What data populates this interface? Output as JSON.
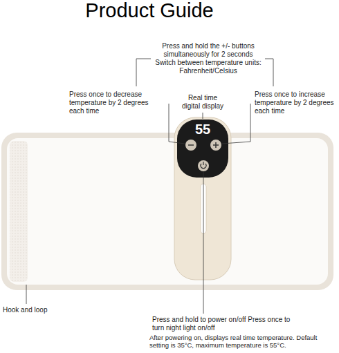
{
  "diagram": {
    "title": "Product Guide",
    "labels": [
      "Press and hold the +/- buttons simultaneously for 2 seconds Switch between temperature units: Fahrenheit/Celsius",
      "Press once to decrease temperature by 2 degrees each time",
      "Real time digital display",
      "Press once to increase temperature by 2 degrees each time",
      "55",
      "Hook and loop",
      "Press and hold to power on/off Press once to turn night light on/off",
      "After powering on, displays real time temperature. Default setting is 35°C, maximum temperature is 55°C."
    ]
  }
}
